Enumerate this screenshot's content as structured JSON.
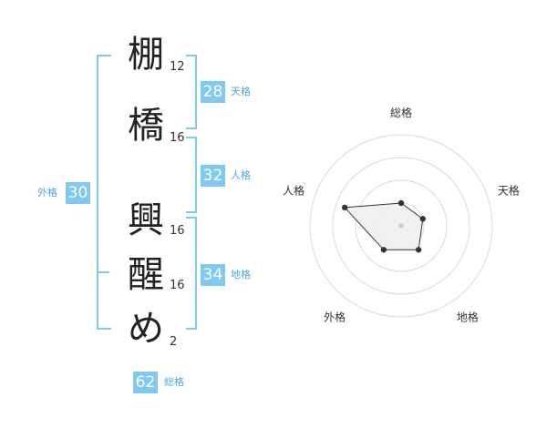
{
  "name": {
    "characters": [
      {
        "char": "棚",
        "strokes": "12"
      },
      {
        "char": "橋",
        "strokes": "16"
      },
      {
        "char": "興",
        "strokes": "16"
      },
      {
        "char": "醒",
        "strokes": "16"
      },
      {
        "char": "め",
        "strokes": "2"
      }
    ]
  },
  "kaku": {
    "tenkaku": {
      "value": "28",
      "label": "天格"
    },
    "jinkaku": {
      "value": "32",
      "label": "人格"
    },
    "chikaku": {
      "value": "34",
      "label": "地格"
    },
    "gaikaku": {
      "value": "30",
      "label": "外格"
    },
    "soukaku": {
      "value": "62",
      "label": "総格"
    }
  },
  "colors": {
    "accent": "#7fc9f2",
    "accent_text": "#4aa8e0",
    "radar_fill": "#efefef",
    "radar_ring": "#d9d9d9"
  },
  "chart_data": {
    "type": "radar",
    "axes": [
      "総格",
      "天格",
      "地格",
      "外格",
      "人格"
    ],
    "values": [
      1.0,
      1.0,
      1.3,
      1.3,
      2.6
    ],
    "rmax": 4
  }
}
